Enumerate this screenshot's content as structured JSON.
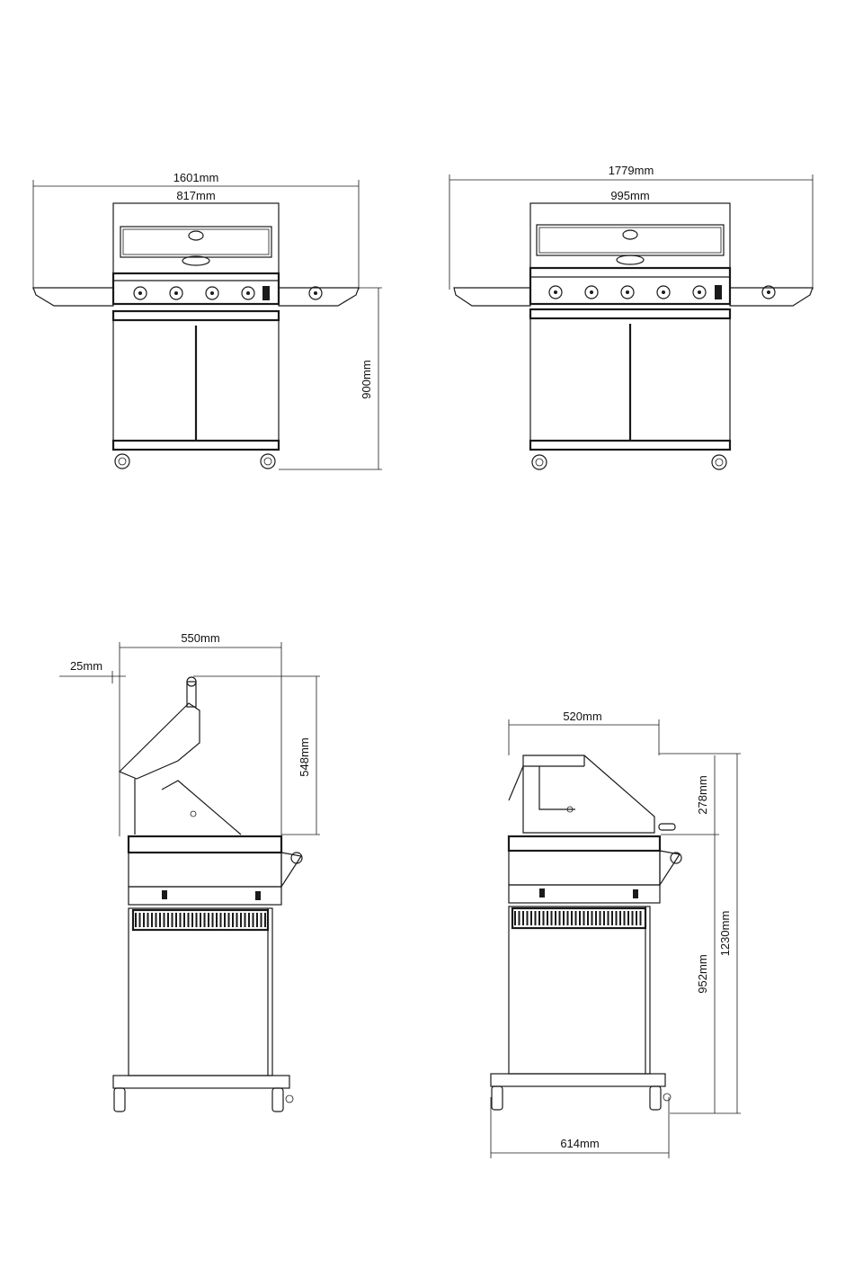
{
  "views": {
    "front_4": {
      "total_width": "1601mm",
      "body_width": "817mm",
      "height": "900mm"
    },
    "front_5": {
      "total_width": "1779mm",
      "body_width": "995mm"
    },
    "side_open": {
      "depth": "550mm",
      "offset": "25mm",
      "lid_height": "548mm"
    },
    "side_closed": {
      "depth": "520mm",
      "hood_height": "278mm",
      "cook_height": "952mm",
      "total_height": "1230mm",
      "base_depth": "614mm"
    }
  }
}
